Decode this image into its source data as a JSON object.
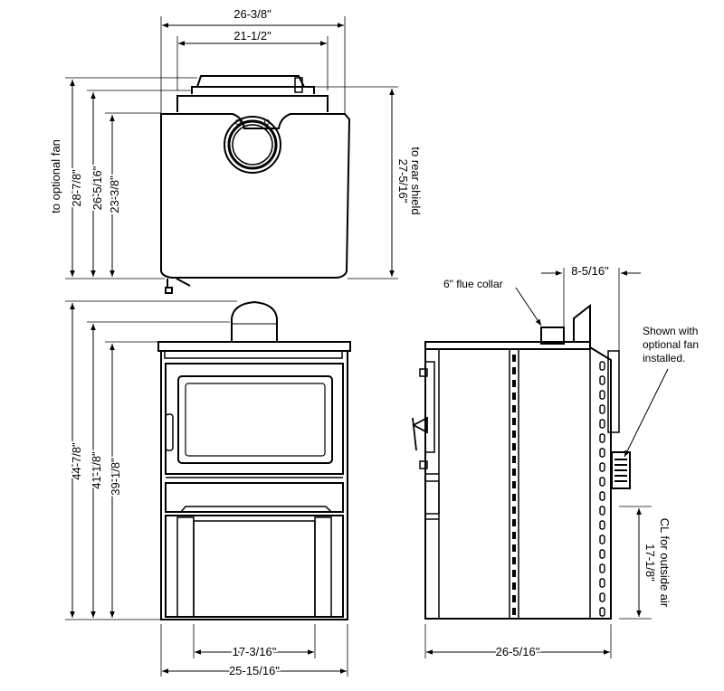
{
  "top_view": {
    "width_overall": "26-3/8\"",
    "width_inner": "21-1/2\"",
    "depth_fan": "28-7/8\"",
    "depth_fan_note": "to optional fan",
    "depth_mid": "26-5/16\"",
    "depth_body": "23-3/8\"",
    "depth_shield": "27-5/16\"",
    "depth_shield_note": "to rear shield"
  },
  "front_view": {
    "height_overall": "44-7/8\"",
    "height_mid": "41-1/8\"",
    "height_body": "39-1/8\"",
    "width_inner": "17-3/16\"",
    "width_overall": "25-15/16\""
  },
  "side_view": {
    "flue_label": "6\" flue collar",
    "flue_offset": "8-5/16\"",
    "fan_note": [
      "Shown with",
      "optional fan",
      "installed."
    ],
    "outside_air_height": "17-1/8\"",
    "outside_air_note": "CL for outside air",
    "depth_overall": "26-5/16\""
  }
}
